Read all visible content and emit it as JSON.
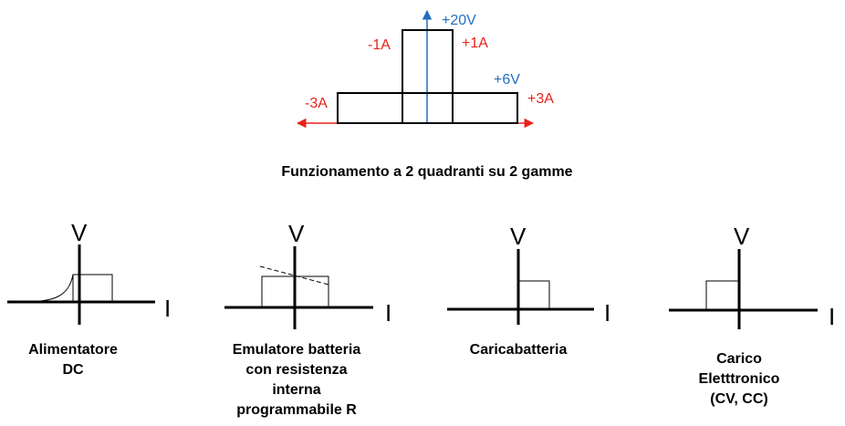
{
  "top_diagram": {
    "label_v_max": "+20V",
    "label_v_mid": "+6V",
    "label_i_neg_high": "-1A",
    "label_i_pos_high": "+1A",
    "label_i_neg_low": "-3A",
    "label_i_pos_low": "+3A",
    "caption": "Funzionamento a 2 quadranti su 2 gamme",
    "colors": {
      "current": "#e8221b",
      "voltage": "#1f6fc0",
      "outline": "#000000"
    }
  },
  "quadrant_diagrams": [
    {
      "axis_v": "V",
      "axis_i": "I",
      "caption_lines": [
        "Alimentatore",
        "DC"
      ]
    },
    {
      "axis_v": "V",
      "axis_i": "I",
      "caption_lines": [
        "Emulatore batteria",
        "con resistenza",
        "interna",
        "programmabile R"
      ]
    },
    {
      "axis_v": "V",
      "axis_i": "I",
      "caption_lines": [
        "Caricabatteria"
      ]
    },
    {
      "axis_v": "V",
      "axis_i": "I",
      "caption_lines": [
        "Carico",
        "Eletttronico",
        "(CV, CC)"
      ]
    }
  ]
}
